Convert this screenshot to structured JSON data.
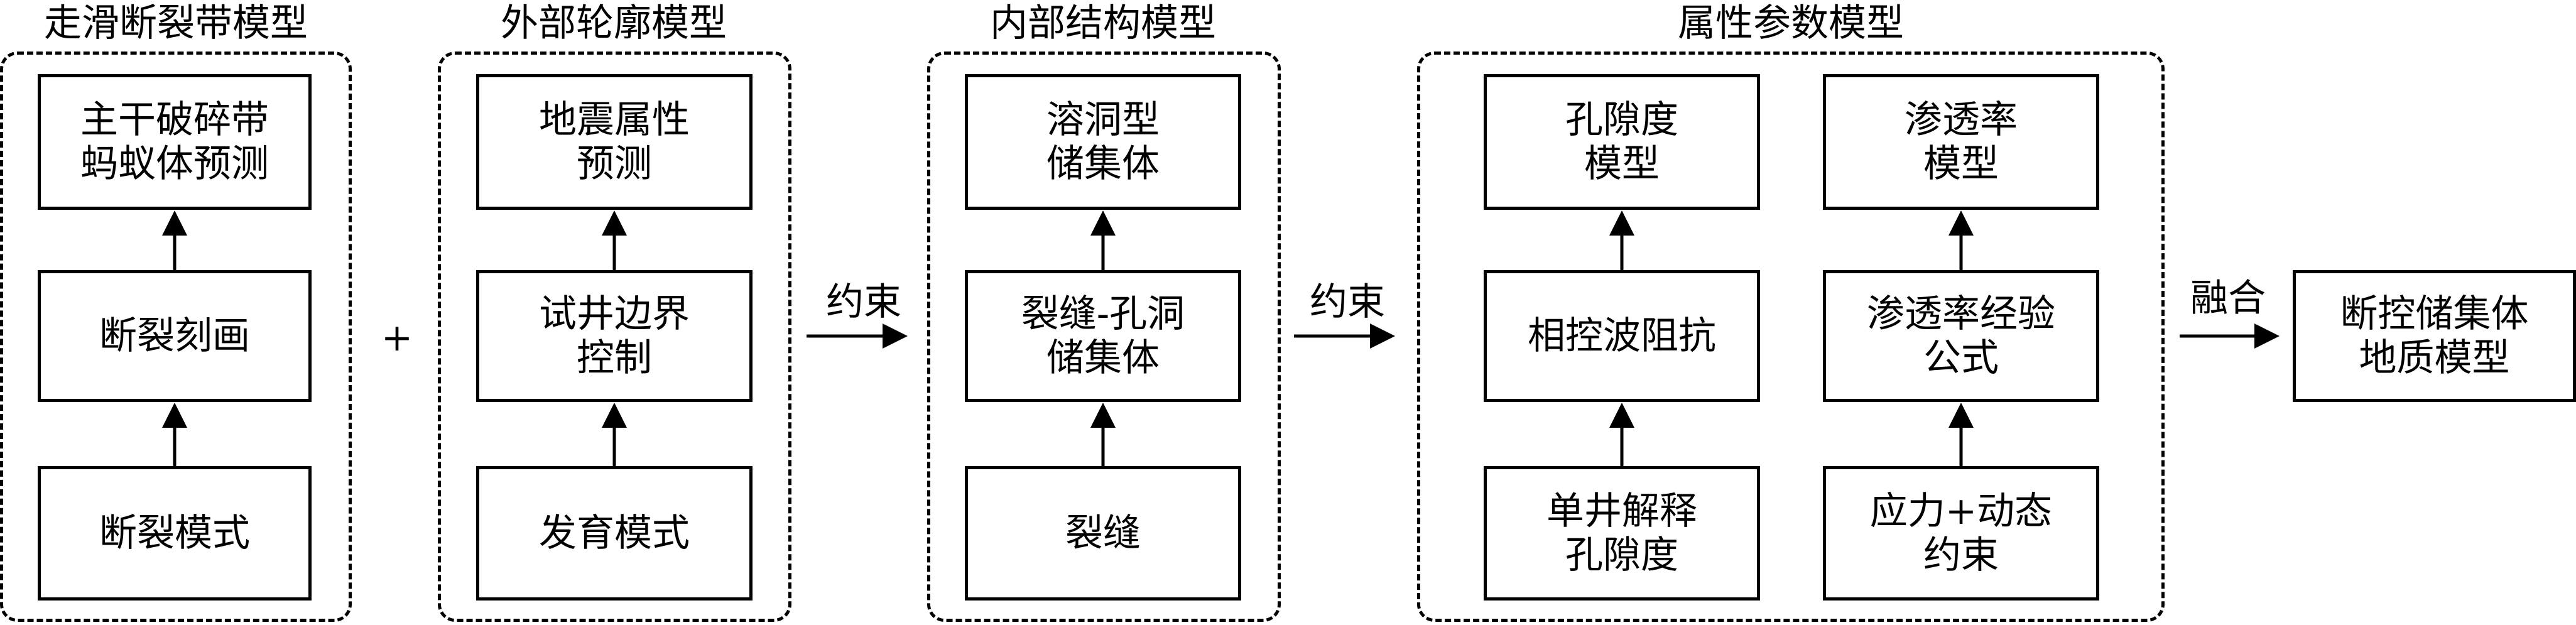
{
  "groups": {
    "strike_slip": {
      "title": "走滑断裂带模型",
      "top": [
        "主干破碎带",
        "蚂蚁体预测"
      ],
      "mid": [
        "断裂刻画"
      ],
      "bottom": [
        "断裂模式"
      ]
    },
    "outer_contour": {
      "title": "外部轮廓模型",
      "top": [
        "地震属性",
        "预测"
      ],
      "mid": [
        "试井边界",
        "控制"
      ],
      "bottom": [
        "发育模式"
      ]
    },
    "internal_structure": {
      "title": "内部结构模型",
      "top": [
        "溶洞型",
        "储集体"
      ],
      "mid": [
        "裂缝-孔洞",
        "储集体"
      ],
      "bottom": [
        "裂缝"
      ]
    },
    "attribute_parameter": {
      "title": "属性参数模型",
      "porosity_top": [
        "孔隙度",
        "模型"
      ],
      "porosity_mid": [
        "相控波阻抗"
      ],
      "porosity_bottom": [
        "单井解释",
        "孔隙度"
      ],
      "perm_top": [
        "渗透率",
        "模型"
      ],
      "perm_mid": [
        "渗透率经验",
        "公式"
      ],
      "perm_bottom": [
        "应力+动态",
        "约束"
      ]
    }
  },
  "connectors": {
    "plus": "+",
    "constraint_1": "约束",
    "constraint_2": "约束",
    "fusion": "融合"
  },
  "result": [
    "断控储集体",
    "地质模型"
  ]
}
